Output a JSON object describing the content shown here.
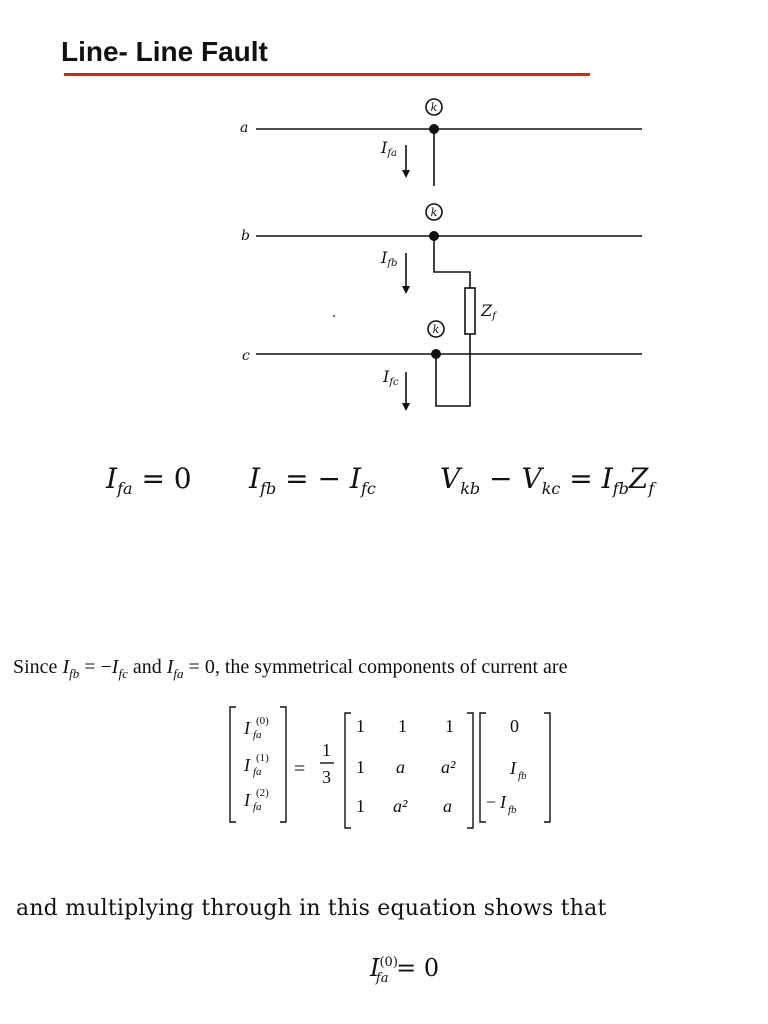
{
  "title": "Line- Line Fault",
  "colors": {
    "accent_rule": "#e02020",
    "text": "#111111"
  },
  "diagram": {
    "phase_a": "a",
    "phase_b": "b",
    "phase_c": "c",
    "node_label": "k",
    "current_a": {
      "main": "I",
      "sub": "fa"
    },
    "current_b": {
      "main": "I",
      "sub": "fb"
    },
    "current_c": {
      "main": "I",
      "sub": "fc"
    },
    "impedance": {
      "main": "Z",
      "sub": "f"
    }
  },
  "conditions": {
    "eq1": {
      "lhs": "I",
      "lhs_sub": "fa",
      "rhs": "= 0"
    },
    "eq2": {
      "lhs": "I",
      "lhs_sub": "fb",
      "mid": "= −",
      "rhs": "I",
      "rhs_sub": "fc"
    },
    "eq3": {
      "v1": "V",
      "v1_sub": "kb",
      "minus": "−",
      "v2": "V",
      "v2_sub": "kc",
      "eq": "=",
      "i": "I",
      "i_sub": "fb",
      "z": "Z",
      "z_sub": "f"
    }
  },
  "since_text": {
    "part1": "Since ",
    "i1": "I",
    "i1_sub": "fb",
    "part2": " = −",
    "i2": "I",
    "i2_sub": "fc",
    "part3": " and ",
    "i3": "I",
    "i3_sub": "fa",
    "part4": " = 0, the symmetrical components of current are"
  },
  "matrix_eq": {
    "lhs": [
      {
        "main": "I",
        "sup": "(0)",
        "sub": "fa"
      },
      {
        "main": "I",
        "sup": "(1)",
        "sub": "fa"
      },
      {
        "main": "I",
        "sup": "(2)",
        "sub": "fa"
      }
    ],
    "equals": "=",
    "frac_num": "1",
    "frac_den": "3",
    "A": [
      [
        "1",
        "1",
        "1"
      ],
      [
        "1",
        "a",
        "a²"
      ],
      [
        "1",
        "a²",
        "a"
      ]
    ],
    "rhs": [
      {
        "text": "0"
      },
      {
        "main": "I",
        "sub": "fb"
      },
      {
        "prefix": "−",
        "main": "I",
        "sub": "fb"
      }
    ]
  },
  "multiplying_text": "and multiplying through in this equation shows that",
  "final_eq": {
    "main": "I",
    "sup": "(0)",
    "sub": "fa",
    "rhs": "= 0"
  }
}
